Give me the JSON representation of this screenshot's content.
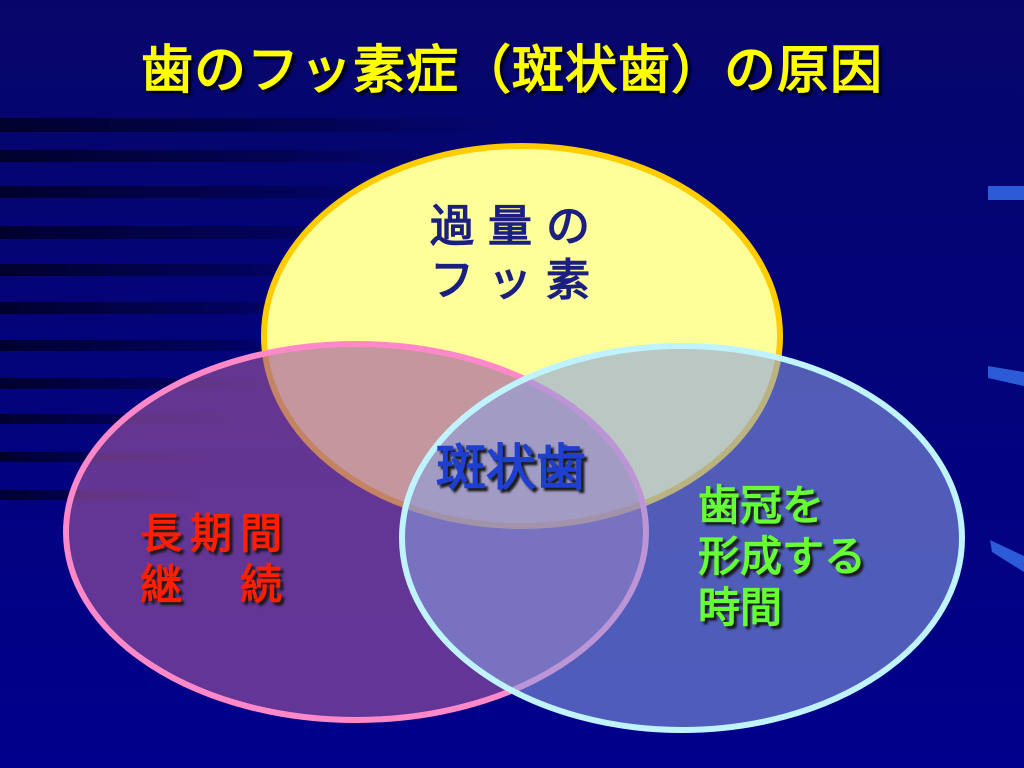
{
  "title": "歯のフッ素症（斑状歯）の原因",
  "circles": {
    "fluoride": {
      "lines": [
        "過量の",
        "フッ素"
      ]
    },
    "duration": {
      "lines": [
        "長期間",
        "継　続"
      ]
    },
    "crown_formation": {
      "lines": [
        "歯冠を",
        "形成する",
        "時間"
      ]
    }
  },
  "center_label": "斑状歯",
  "colors": {
    "background": "#00008a",
    "title": "#ffff00",
    "fluoride_circle_fill": "#ffff99",
    "fluoride_circle_border": "#ffcc00",
    "duration_circle_fill": "#a0559f",
    "duration_circle_border": "#ff88c8",
    "crown_circle_fill": "#8a9ee0",
    "crown_circle_border": "#bff4ff",
    "fluoride_text": "#1a1f80",
    "center_text": "#1e3fcf",
    "duration_text": "#ff1e00",
    "crown_text": "#66ff33"
  }
}
